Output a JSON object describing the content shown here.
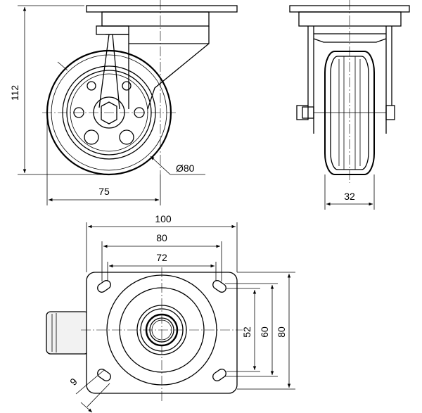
{
  "drawing": {
    "side_view": {
      "height_label": "112",
      "width_label": "75",
      "wheel_diameter_label": "Ø80"
    },
    "front_view": {
      "wheel_width_label": "32"
    },
    "top_view": {
      "plate_width_label": "100",
      "hole_spacing_outer_label": "80",
      "hole_spacing_inner_label": "72",
      "vertical_52_label": "52",
      "vertical_60_label": "60",
      "vertical_80_label": "80",
      "slot_label": "9"
    }
  }
}
